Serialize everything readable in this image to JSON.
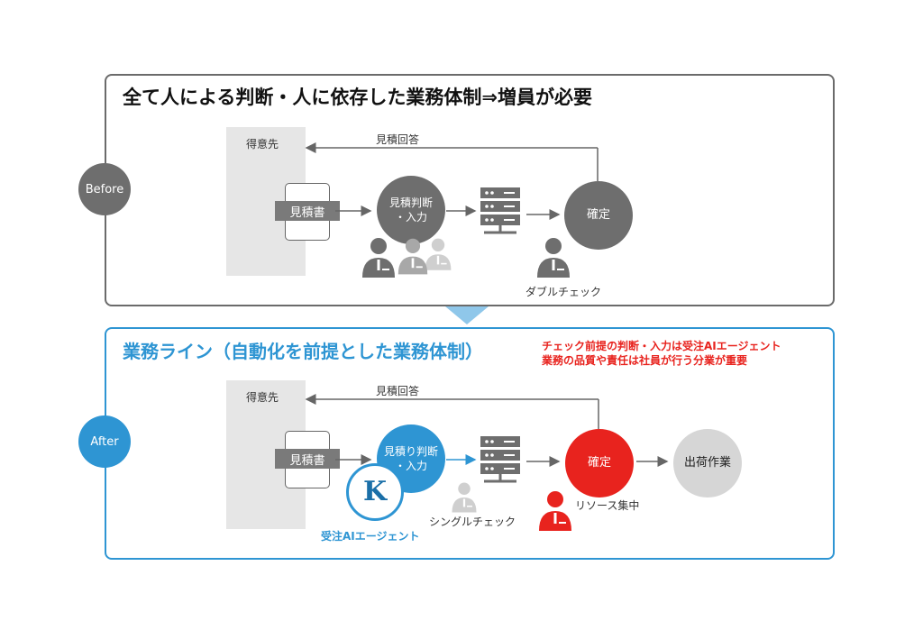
{
  "before": {
    "badge": "Before",
    "title": "全て人による判断・人に依存した業務体制⇒増員が必要",
    "customer": "得意先",
    "reply": "見積回答",
    "document": "見積書",
    "process_line1": "見積判断",
    "process_line2": "・入力",
    "confirm": "確定",
    "check": "ダブルチェック"
  },
  "after": {
    "badge": "After",
    "title": "業務ライン（自動化を前提とした業務体制）",
    "note_line1": "チェック前提の判断・入力は受注AIエージェント",
    "note_line2": "業務の品質や責任は社員が行う分業が重要",
    "customer": "得意先",
    "reply": "見積回答",
    "document": "見積書",
    "process_line1": "見積り判断",
    "process_line2": "・入力",
    "confirm": "確定",
    "shipping": "出荷作業",
    "check": "シングルチェック",
    "resource": "リソース集中",
    "agent": "受注AIエージェント",
    "agent_logo": "K"
  },
  "colors": {
    "gray": "#6e6e6e",
    "blue": "#2e95d3",
    "red": "#e8231e",
    "light_gray": "#d6d6d6",
    "customer_bg": "#e6e6e6"
  }
}
